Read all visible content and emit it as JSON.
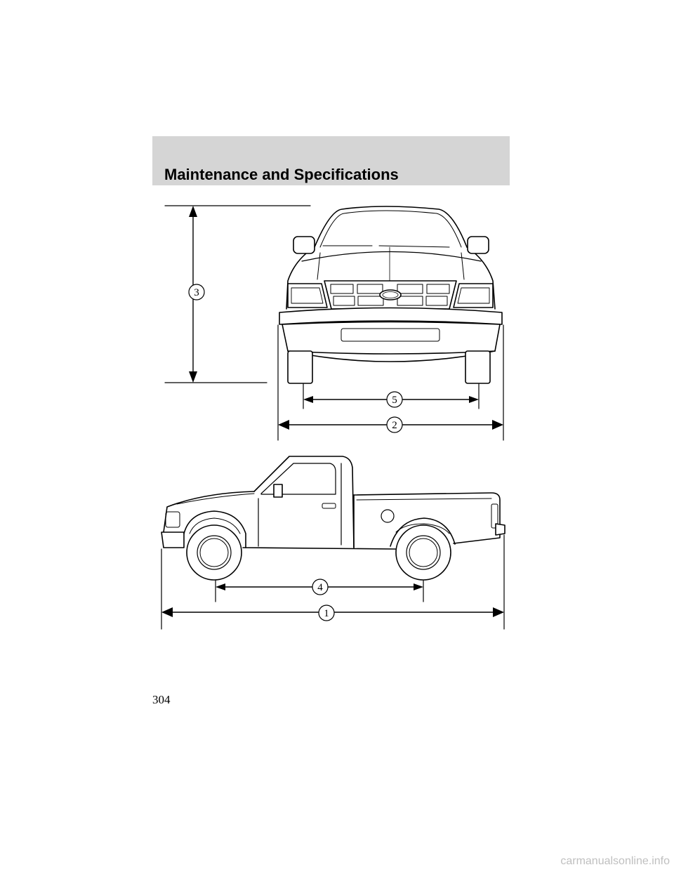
{
  "header": {
    "title": "Maintenance and Specifications"
  },
  "diagram": {
    "front_view": {
      "callouts": {
        "height": "3",
        "track": "5",
        "width": "2"
      }
    },
    "side_view": {
      "callouts": {
        "wheelbase": "4",
        "length": "1"
      }
    }
  },
  "footer": {
    "page_number": "304"
  },
  "watermark": "carmanualsonline.info"
}
